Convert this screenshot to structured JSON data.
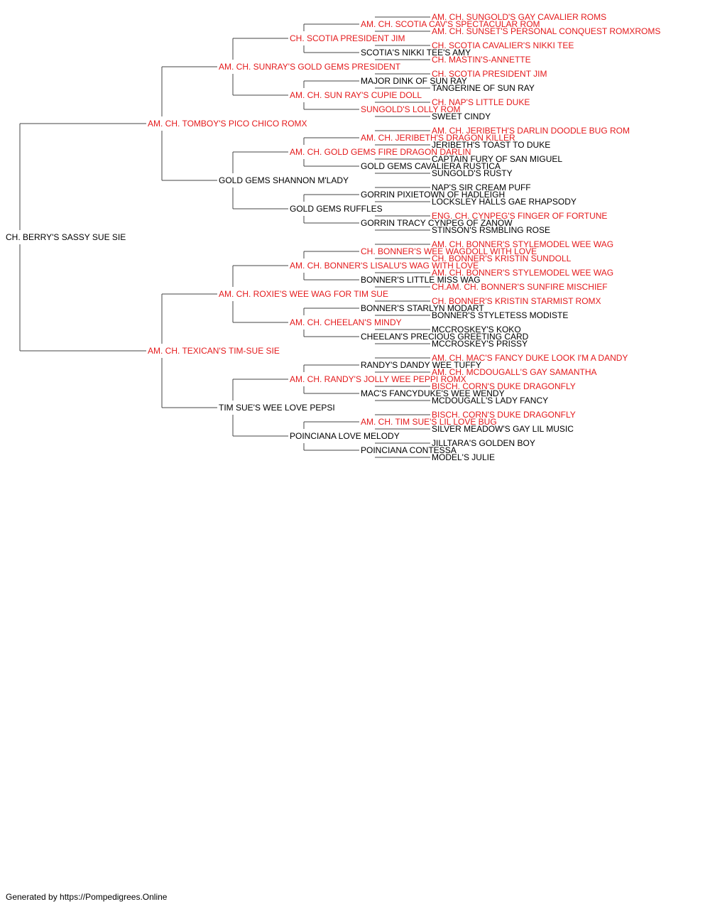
{
  "colors": {
    "champion": "#e41a1c",
    "regular": "#000000",
    "line": "#444444"
  },
  "pedigree": {
    "name": "CH. BERRY'S SASSY SUE SIE",
    "champion": false,
    "sire": {
      "name": "AM. CH. TOMBOY'S PICO CHICO ROMX",
      "champion": true,
      "sire": {
        "name": "AM. CH. SUNRAY'S GOLD GEMS PRESIDENT",
        "champion": true,
        "sire": {
          "name": "CH. SCOTIA PRESIDENT JIM",
          "champion": true,
          "sire": {
            "name": "AM. CH. SCOTIA CAV'S SPECTACULAR ROM",
            "champion": true,
            "sire": {
              "name": "AM. CH. SUNGOLD'S GAY CAVALIER ROMS",
              "champion": true
            },
            "dam": {
              "name": "AM. CH. SUNSET'S PERSONAL CONQUEST ROMXROMS",
              "champion": true
            }
          },
          "dam": {
            "name": "SCOTIA'S NIKKI TEE'S AMY",
            "champion": false,
            "sire": {
              "name": "CH. SCOTIA CAVALIER'S NIKKI TEE",
              "champion": true
            },
            "dam": {
              "name": "CH. MASTIN'S-ANNETTE",
              "champion": true
            }
          }
        },
        "dam": {
          "name": "AM. CH. SUN RAY'S CUPIE DOLL",
          "champion": true,
          "sire": {
            "name": "MAJOR DINK OF SUN RAY",
            "champion": false,
            "sire": {
              "name": "CH. SCOTIA PRESIDENT JIM",
              "champion": true
            },
            "dam": {
              "name": "TANGERINE OF SUN RAY",
              "champion": false
            }
          },
          "dam": {
            "name": "SUNGOLD'S LOLLY ROM",
            "champion": true,
            "sire": {
              "name": "CH. NAP'S LITTLE DUKE",
              "champion": true
            },
            "dam": {
              "name": "SWEET CINDY",
              "champion": false
            }
          }
        }
      },
      "dam": {
        "name": "GOLD GEMS SHANNON M'LADY",
        "champion": false,
        "sire": {
          "name": "AM. CH. GOLD GEMS FIRE DRAGON DARLIN",
          "champion": true,
          "sire": {
            "name": "AM. CH. JERIBETH'S DRAGON KILLER",
            "champion": true,
            "sire": {
              "name": "AM. CH. JERIBETH'S DARLIN DOODLE BUG ROM",
              "champion": true
            },
            "dam": {
              "name": "JERIBETH'S TOAST TO DUKE",
              "champion": false
            }
          },
          "dam": {
            "name": "GOLD GEMS CAVALIERA RUSTICA",
            "champion": false,
            "sire": {
              "name": "CAPTAIN FURY OF SAN MIGUEL",
              "champion": false
            },
            "dam": {
              "name": "SUNGOLD'S RUSTY",
              "champion": false
            }
          }
        },
        "dam": {
          "name": "GOLD GEMS RUFFLES",
          "champion": false,
          "sire": {
            "name": "GORRIN PIXIETOWN OF HADLEIGH",
            "champion": false,
            "sire": {
              "name": "NAP'S SIR CREAM PUFF",
              "champion": false
            },
            "dam": {
              "name": "LOCKSLEY HALLS GAE RHAPSODY",
              "champion": false
            }
          },
          "dam": {
            "name": "GORRIN TRACY CYNPEG OF ZANOW",
            "champion": false,
            "sire": {
              "name": "ENG. CH. CYNPEG'S FINGER OF FORTUNE",
              "champion": true
            },
            "dam": {
              "name": "STINSON'S RSMBLING ROSE",
              "champion": false
            }
          }
        }
      }
    },
    "dam": {
      "name": "AM. CH. TEXICAN'S TIM-SUE SIE",
      "champion": true,
      "sire": {
        "name": "AM. CH. ROXIE'S WEE WAG FOR TIM SUE",
        "champion": true,
        "sire": {
          "name": "AM. CH. BONNER'S LISALU'S WAG WITH LOVE",
          "champion": true,
          "sire": {
            "name": "CH. BONNER'S WEE WAGDOLL WITH LOVE",
            "champion": true,
            "sire": {
              "name": "AM. CH. BONNER'S STYLEMODEL WEE WAG",
              "champion": true
            },
            "dam": {
              "name": "CH. BONNER'S KRISTIN SUNDOLL",
              "champion": true
            }
          },
          "dam": {
            "name": "BONNER'S LITTLE MISS WAG",
            "champion": false,
            "sire": {
              "name": "AM. CH. BONNER'S STYLEMODEL WEE WAG",
              "champion": true
            },
            "dam": {
              "name": "CH.AM. CH. BONNER'S SUNFIRE MISCHIEF",
              "champion": true
            }
          }
        },
        "dam": {
          "name": "AM. CH. CHEELAN'S MINDY",
          "champion": true,
          "sire": {
            "name": "BONNER'S STARLYN MODART",
            "champion": false,
            "sire": {
              "name": "CH. BONNER'S KRISTIN STARMIST ROMX",
              "champion": true
            },
            "dam": {
              "name": "BONNER'S STYLETESS MODISTE",
              "champion": false
            }
          },
          "dam": {
            "name": "CHEELAN'S PRECIOUS GREETING CARD",
            "champion": false,
            "sire": {
              "name": "MCCROSKEY'S KOKO",
              "champion": false
            },
            "dam": {
              "name": "MCCROSKEY'S PRISSY",
              "champion": false
            }
          }
        }
      },
      "dam": {
        "name": "TIM SUE'S WEE LOVE PEPSI",
        "champion": false,
        "sire": {
          "name": "AM. CH. RANDY'S JOLLY WEE PEPPI ROMX",
          "champion": true,
          "sire": {
            "name": "RANDY'S DANDY WEE TUFFY",
            "champion": false,
            "sire": {
              "name": "AM. CH. MAC'S FANCY DUKE LOOK I'M A DANDY",
              "champion": true
            },
            "dam": {
              "name": "AM. CH. MCDOUGALL'S GAY SAMANTHA",
              "champion": true
            }
          },
          "dam": {
            "name": "MAC'S FANCYDUKE'S WEE WENDY",
            "champion": false,
            "sire": {
              "name": "BISCH. CORN'S DUKE DRAGONFLY",
              "champion": true
            },
            "dam": {
              "name": "MCDOUGALL'S LADY FANCY",
              "champion": false
            }
          }
        },
        "dam": {
          "name": "POINCIANA LOVE MELODY",
          "champion": false,
          "sire": {
            "name": "AM. CH. TIM SUE'S LIL LOVE BUG",
            "champion": true,
            "sire": {
              "name": "BISCH. CORN'S DUKE DRAGONFLY",
              "champion": true
            },
            "dam": {
              "name": "SILVER MEADOW'S GAY LIL MUSIC",
              "champion": false
            }
          },
          "dam": {
            "name": "POINCIANA CONTESSA",
            "champion": false,
            "sire": {
              "name": "JILLTARA'S GOLDEN BOY",
              "champion": false
            },
            "dam": {
              "name": "MODEL'S JULIE",
              "champion": false
            }
          }
        }
      }
    }
  },
  "footer": {
    "text": "Generated by https://Pompedigrees.Online"
  }
}
